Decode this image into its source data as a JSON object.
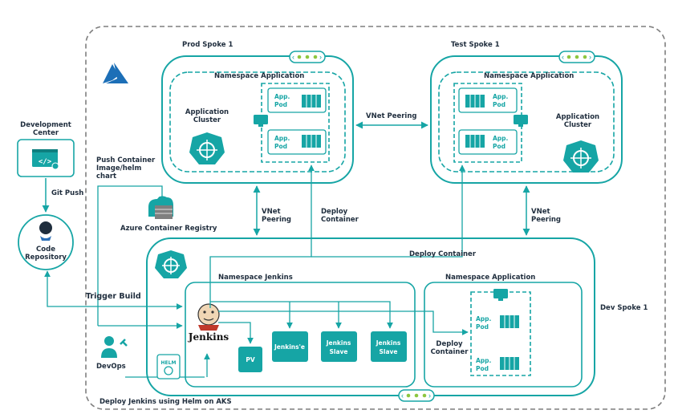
{
  "labels": {
    "prod_spoke": "Prod Spoke 1",
    "test_spoke": "Test Spoke 1",
    "dev_spoke": "Dev Spoke 1",
    "ns_app_prod": "Namespace Application",
    "ns_app_test": "Namespace Application",
    "ns_app_dev": "Namespace Application",
    "ns_jenkins": "Namespace Jenkins",
    "app_cluster_prod_1": "Application",
    "app_cluster_prod_2": "Cluster",
    "app_cluster_test_1": "Application",
    "app_cluster_test_2": "Cluster",
    "vnet_peering_h": "VNet Peering",
    "vnet_peering_l1": "VNet",
    "vnet_peering_l2": "Peering",
    "vnet_peering_r1": "VNet",
    "vnet_peering_r2": "Peering",
    "deploy_container_1": "Deploy",
    "deploy_container_2": "Container",
    "deploy_container_top": "Deploy Container",
    "deploy_container_dev_1": "Deploy",
    "deploy_container_dev_2": "Container",
    "dev_center_1": "Development",
    "dev_center_2": "Center",
    "git_push": "Git Push",
    "code_repo_1": "Code",
    "code_repo_2": "Repository",
    "push_container_1": "Push Container",
    "push_container_2": "Image/helm",
    "push_container_3": "chart",
    "azure_registry": "Azure Container Registry",
    "trigger_build": "Trigger Build",
    "devops": "DevOps",
    "deploy_jenkins_helm": "Deploy Jenkins using Helm on AKS",
    "jenkins": "Jenkins",
    "helm": "HELM"
  },
  "pods": {
    "app": "App.",
    "pod": "Pod"
  },
  "jenkins_boxes": {
    "pv": "PV",
    "jenkinse": "Jenkins'e",
    "slave1_a": "Jenkins",
    "slave1_b": "Slave",
    "slave2_a": "Jenkins",
    "slave2_b": "Slave"
  },
  "colors": {
    "accent": "#16a5a5",
    "text": "#1f2d3d",
    "dashed_border": "#7f7f7f",
    "azure_blue": "#1c6fb7"
  }
}
